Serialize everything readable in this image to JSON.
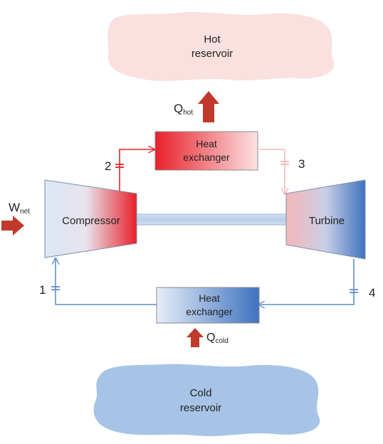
{
  "reservoirs": {
    "hot": {
      "line1": "Hot",
      "line2": "reservoir",
      "color": "#fbe0e0"
    },
    "cold": {
      "line1": "Cold",
      "line2": "reservoir",
      "color": "#a7c4e6"
    }
  },
  "heat_exchangers": {
    "top": {
      "line1": "Heat",
      "line2": "exchanger"
    },
    "bottom": {
      "line1": "Heat",
      "line2": "exchanger"
    }
  },
  "components": {
    "compressor": "Compressor",
    "turbine": "Turbine"
  },
  "heat_flows": {
    "hot": {
      "symbol": "Q",
      "subscript": "hot"
    },
    "cold": {
      "symbol": "Q",
      "subscript": "cold"
    }
  },
  "work": {
    "symbol": "W",
    "subscript": "net"
  },
  "states": {
    "s1": "1",
    "s2": "2",
    "s3": "3",
    "s4": "4"
  },
  "colors": {
    "red": "#e8202a",
    "light_red": "#f4b7b9",
    "blue": "#5f8dca",
    "dark_blue": "#3a6db5",
    "arrow_red": "#c0392b"
  }
}
